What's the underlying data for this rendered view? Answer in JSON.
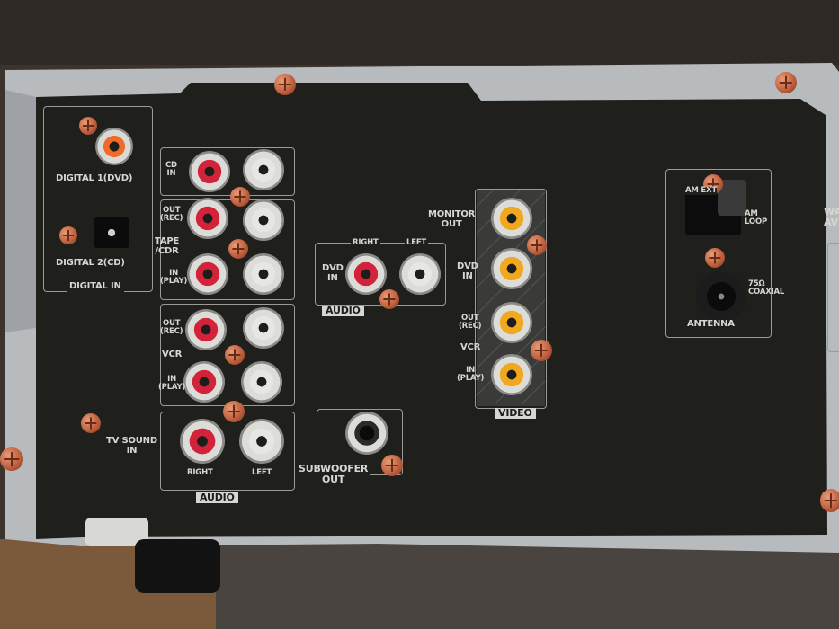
{
  "labels": {
    "digital1": "DIGITAL 1(DVD)",
    "digital2": "DIGITAL 2(CD)",
    "digital_in": "DIGITAL IN",
    "cd_in": "CD\nIN",
    "tape_out": "OUT\n(REC)",
    "tape_cdr": "TAPE\n/CDR",
    "tape_in": "IN\n(PLAY)",
    "vcr_out": "OUT\n(REC)",
    "vcr": "VCR",
    "vcr_in": "IN\n(PLAY)",
    "tv_sound_in": "TV SOUND\nIN",
    "right": "RIGHT",
    "left": "LEFT",
    "audio": "AUDIO",
    "dvd_right": "RIGHT",
    "dvd_left": "LEFT",
    "dvd_in": "DVD\nIN",
    "dvd_audio": "AUDIO",
    "subwoofer_out": "SUBWOOFER\nOUT",
    "monitor_out": "MONITOR\nOUT",
    "video_dvd_in": "DVD\nIN",
    "video_vcr_out": "OUT\n(REC)",
    "video_vcr": "VCR",
    "video_vcr_in": "IN\n(PLAY)",
    "video": "VIDEO",
    "am_ext": "AM EXT",
    "am_loop": "AM\nLOOP",
    "coaxial": "75Ω\nCOAXIAL",
    "antenna": "ANTENNA",
    "edge_text": "WA\nAV"
  },
  "colors": {
    "panel": "#1f1f1c",
    "frame": "#b9bcbf",
    "red_jack": "#d2233a",
    "white_jack": "#e6e6e2",
    "yellow_jack": "#f0a820",
    "orange_jack": "#f26a2a",
    "copper_screw": "#c0603e"
  }
}
